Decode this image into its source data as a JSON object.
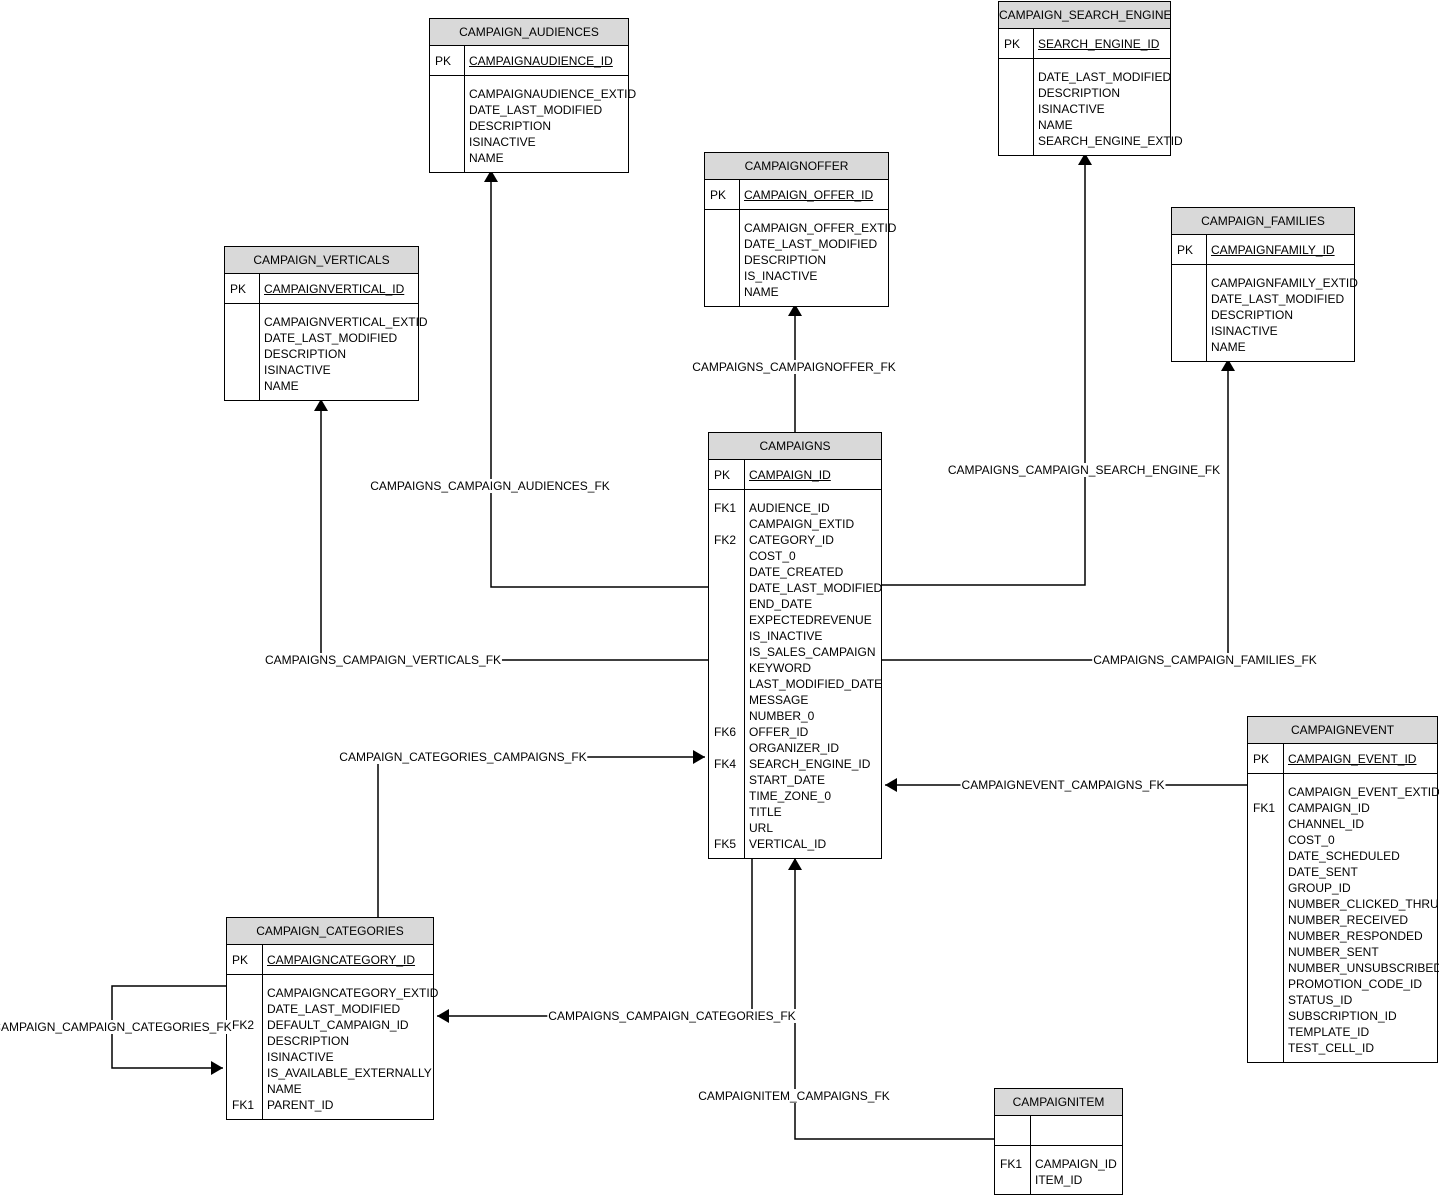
{
  "entities": [
    {
      "id": "campaign_audiences",
      "title": "CAMPAIGN_AUDIENCES",
      "pk": {
        "key": "PK",
        "name": "CAMPAIGNAUDIENCE_ID"
      },
      "fields": [
        {
          "key": "",
          "name": "CAMPAIGNAUDIENCE_EXTID"
        },
        {
          "key": "",
          "name": "DATE_LAST_MODIFIED"
        },
        {
          "key": "",
          "name": "DESCRIPTION"
        },
        {
          "key": "",
          "name": "ISINACTIVE"
        },
        {
          "key": "",
          "name": "NAME"
        }
      ]
    },
    {
      "id": "campaign_search_engine",
      "title": "CAMPAIGN_SEARCH_ENGINE",
      "pk": {
        "key": "PK",
        "name": "SEARCH_ENGINE_ID"
      },
      "fields": [
        {
          "key": "",
          "name": "DATE_LAST_MODIFIED"
        },
        {
          "key": "",
          "name": "DESCRIPTION"
        },
        {
          "key": "",
          "name": "ISINACTIVE"
        },
        {
          "key": "",
          "name": "NAME"
        },
        {
          "key": "",
          "name": "SEARCH_ENGINE_EXTID"
        }
      ]
    },
    {
      "id": "campaignoffer",
      "title": "CAMPAIGNOFFER",
      "pk": {
        "key": "PK",
        "name": "CAMPAIGN_OFFER_ID"
      },
      "fields": [
        {
          "key": "",
          "name": "CAMPAIGN_OFFER_EXTID"
        },
        {
          "key": "",
          "name": "DATE_LAST_MODIFIED"
        },
        {
          "key": "",
          "name": "DESCRIPTION"
        },
        {
          "key": "",
          "name": "IS_INACTIVE"
        },
        {
          "key": "",
          "name": "NAME"
        }
      ]
    },
    {
      "id": "campaign_families",
      "title": "CAMPAIGN_FAMILIES",
      "pk": {
        "key": "PK",
        "name": "CAMPAIGNFAMILY_ID"
      },
      "fields": [
        {
          "key": "",
          "name": "CAMPAIGNFAMILY_EXTID"
        },
        {
          "key": "",
          "name": "DATE_LAST_MODIFIED"
        },
        {
          "key": "",
          "name": "DESCRIPTION"
        },
        {
          "key": "",
          "name": "ISINACTIVE"
        },
        {
          "key": "",
          "name": "NAME"
        }
      ]
    },
    {
      "id": "campaign_verticals",
      "title": "CAMPAIGN_VERTICALS",
      "pk": {
        "key": "PK",
        "name": "CAMPAIGNVERTICAL_ID"
      },
      "fields": [
        {
          "key": "",
          "name": "CAMPAIGNVERTICAL_EXTID"
        },
        {
          "key": "",
          "name": "DATE_LAST_MODIFIED"
        },
        {
          "key": "",
          "name": "DESCRIPTION"
        },
        {
          "key": "",
          "name": "ISINACTIVE"
        },
        {
          "key": "",
          "name": "NAME"
        }
      ]
    },
    {
      "id": "campaigns",
      "title": "CAMPAIGNS",
      "pk": {
        "key": "PK",
        "name": "CAMPAIGN_ID"
      },
      "fields": [
        {
          "key": "FK1",
          "name": "AUDIENCE_ID"
        },
        {
          "key": "",
          "name": "CAMPAIGN_EXTID"
        },
        {
          "key": "FK2",
          "name": "CATEGORY_ID"
        },
        {
          "key": "",
          "name": "COST_0"
        },
        {
          "key": "",
          "name": "DATE_CREATED"
        },
        {
          "key": "",
          "name": "DATE_LAST_MODIFIED"
        },
        {
          "key": "",
          "name": "END_DATE"
        },
        {
          "key": "",
          "name": "EXPECTEDREVENUE"
        },
        {
          "key": "",
          "name": "IS_INACTIVE"
        },
        {
          "key": "",
          "name": "IS_SALES_CAMPAIGN"
        },
        {
          "key": "",
          "name": "KEYWORD"
        },
        {
          "key": "",
          "name": "LAST_MODIFIED_DATE"
        },
        {
          "key": "",
          "name": "MESSAGE"
        },
        {
          "key": "",
          "name": "NUMBER_0"
        },
        {
          "key": "FK6",
          "name": "OFFER_ID"
        },
        {
          "key": "",
          "name": "ORGANIZER_ID"
        },
        {
          "key": "FK4",
          "name": "SEARCH_ENGINE_ID"
        },
        {
          "key": "",
          "name": "START_DATE"
        },
        {
          "key": "",
          "name": "TIME_ZONE_0"
        },
        {
          "key": "",
          "name": "TITLE"
        },
        {
          "key": "",
          "name": "URL"
        },
        {
          "key": "FK5",
          "name": "VERTICAL_ID"
        }
      ]
    },
    {
      "id": "campaignevent",
      "title": "CAMPAIGNEVENT",
      "pk": {
        "key": "PK",
        "name": "CAMPAIGN_EVENT_ID"
      },
      "fields": [
        {
          "key": "",
          "name": "CAMPAIGN_EVENT_EXTID"
        },
        {
          "key": "FK1",
          "name": "CAMPAIGN_ID"
        },
        {
          "key": "",
          "name": "CHANNEL_ID"
        },
        {
          "key": "",
          "name": "COST_0"
        },
        {
          "key": "",
          "name": "DATE_SCHEDULED"
        },
        {
          "key": "",
          "name": "DATE_SENT"
        },
        {
          "key": "",
          "name": "GROUP_ID"
        },
        {
          "key": "",
          "name": "NUMBER_CLICKED_THRU"
        },
        {
          "key": "",
          "name": "NUMBER_RECEIVED"
        },
        {
          "key": "",
          "name": "NUMBER_RESPONDED"
        },
        {
          "key": "",
          "name": "NUMBER_SENT"
        },
        {
          "key": "",
          "name": "NUMBER_UNSUBSCRIBED"
        },
        {
          "key": "",
          "name": "PROMOTION_CODE_ID"
        },
        {
          "key": "",
          "name": "STATUS_ID"
        },
        {
          "key": "",
          "name": "SUBSCRIPTION_ID"
        },
        {
          "key": "",
          "name": "TEMPLATE_ID"
        },
        {
          "key": "",
          "name": "TEST_CELL_ID"
        }
      ]
    },
    {
      "id": "campaign_categories",
      "title": "CAMPAIGN_CATEGORIES",
      "pk": {
        "key": "PK",
        "name": "CAMPAIGNCATEGORY_ID"
      },
      "fields": [
        {
          "key": "",
          "name": "CAMPAIGNCATEGORY_EXTID"
        },
        {
          "key": "",
          "name": "DATE_LAST_MODIFIED"
        },
        {
          "key": "FK2",
          "name": "DEFAULT_CAMPAIGN_ID"
        },
        {
          "key": "",
          "name": "DESCRIPTION"
        },
        {
          "key": "",
          "name": "ISINACTIVE"
        },
        {
          "key": "",
          "name": "IS_AVAILABLE_EXTERNALLY"
        },
        {
          "key": "",
          "name": "NAME"
        },
        {
          "key": "FK1",
          "name": "PARENT_ID"
        }
      ]
    },
    {
      "id": "campaignitem",
      "title": "CAMPAIGNITEM",
      "pk": {
        "key": "",
        "name": ""
      },
      "fields": [
        {
          "key": "FK1",
          "name": "CAMPAIGN_ID"
        },
        {
          "key": "",
          "name": "ITEM_ID"
        }
      ]
    }
  ],
  "relationships": [
    {
      "id": "rel-audiences",
      "label": "CAMPAIGNS_CAMPAIGN_AUDIENCES_FK"
    },
    {
      "id": "rel-offer",
      "label": "CAMPAIGNS_CAMPAIGNOFFER_FK"
    },
    {
      "id": "rel-search-engine",
      "label": "CAMPAIGNS_CAMPAIGN_SEARCH_ENGINE_FK"
    },
    {
      "id": "rel-verticals",
      "label": "CAMPAIGNS_CAMPAIGN_VERTICALS_FK"
    },
    {
      "id": "rel-families",
      "label": "CAMPAIGNS_CAMPAIGN_FAMILIES_FK"
    },
    {
      "id": "rel-categories-campaigns",
      "label": "CAMPAIGN_CATEGORIES_CAMPAIGNS_FK"
    },
    {
      "id": "rel-event",
      "label": "CAMPAIGNEVENT_CAMPAIGNS_FK"
    },
    {
      "id": "rel-campaign-categories",
      "label": "CAMPAIGNS_CAMPAIGN_CATEGORIES_FK"
    },
    {
      "id": "rel-self-categories",
      "label": "CAMPAIGN_CAMPAIGN_CATEGORIES_FK"
    },
    {
      "id": "rel-item",
      "label": "CAMPAIGNITEM_CAMPAIGNS_FK"
    }
  ],
  "colors": {
    "header_fill": "#d9d9d9",
    "line": "#000000",
    "background": "#ffffff"
  }
}
